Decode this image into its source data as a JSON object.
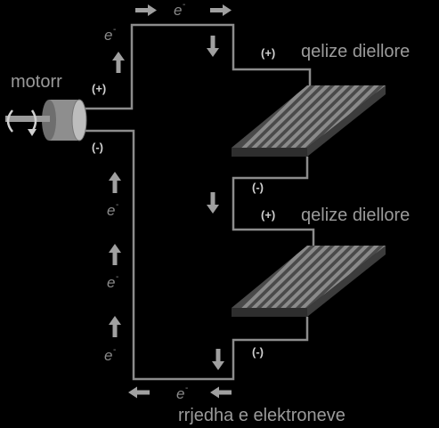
{
  "labels": {
    "motor": "motorr",
    "solar_cell_top": "qelize diellore",
    "solar_cell_bottom": "qelize diellore",
    "electron_flow": "rrjedha e elektroneve"
  },
  "signs": {
    "motor_plus": "(+)",
    "motor_minus": "(-)",
    "top_cell_plus": "(+)",
    "top_cell_minus": "(-)",
    "bottom_cell_plus": "(+)",
    "bottom_cell_minus": "(-)"
  },
  "electron": {
    "symbol": "e",
    "charge": "-"
  },
  "colors": {
    "background": "#000000",
    "wire": "#8c8c8c",
    "arrow": "#a0a0a0",
    "panel_stripe": "#8a8a8a",
    "panel_edge": "#4a4a4a",
    "text": "#9a9a9a"
  }
}
